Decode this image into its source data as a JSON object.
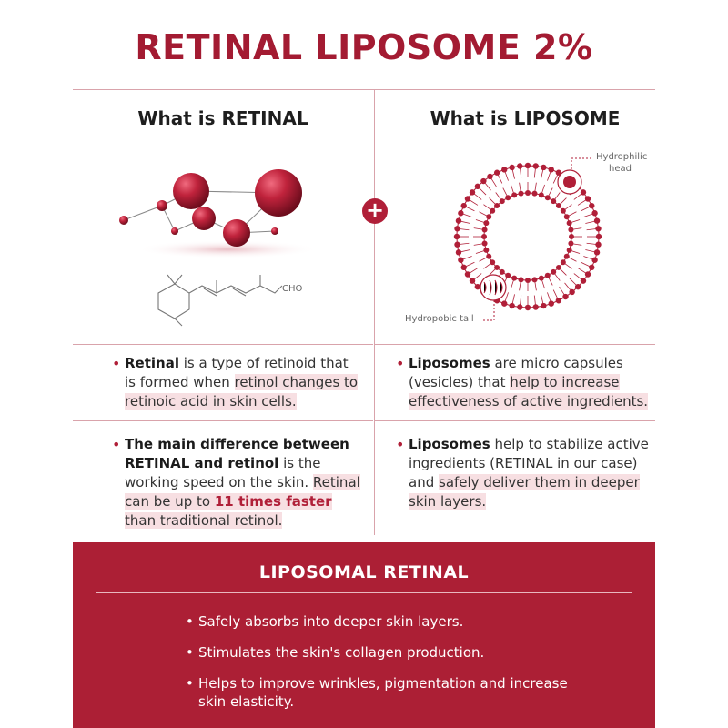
{
  "title": "RETINAL LIPOSOME 2%",
  "left": {
    "heading": "What is RETINAL",
    "formula_label": "CHO",
    "bullet1": {
      "lead": "Retinal",
      "text1": " is a type of retinoid that is formed when ",
      "highlight": "retinol changes to retinoic acid in skin cells."
    },
    "bullet2": {
      "lead": "The main difference between RETINAL and retinol",
      "text1": " is the working speed  on the skin. ",
      "highlight1": "Retinal can be up to ",
      "emph": "11 times faster",
      "highlight2": " than traditional retinol."
    }
  },
  "right": {
    "heading": "What is LIPOSOME",
    "label_head_line1": "Hydrophilic",
    "label_head_line2": "head",
    "label_tail": "Hydropobic tail",
    "bullet1": {
      "lead": "Liposomes",
      "text1": " are micro capsules (vesicles) that ",
      "highlight": "help to increase effectiveness of active ingredients."
    },
    "bullet2": {
      "lead": "Liposomes",
      "text1": " help to stabilize active ingredients (RETINAL in our case) and ",
      "highlight": "safely deliver them in deeper skin layers."
    }
  },
  "plus_symbol": "+",
  "bottom": {
    "title": "LIPOSOMAL RETINAL",
    "items": [
      "Safely absorbs into deeper skin layers.",
      "Stimulates the skin's collagen production.",
      "Helps to improve wrinkles, pigmentation and increase skin elasticity."
    ]
  },
  "colors": {
    "accent": "#a31b32",
    "panel": "#ac1f35",
    "highlight": "#f7dfe2"
  }
}
